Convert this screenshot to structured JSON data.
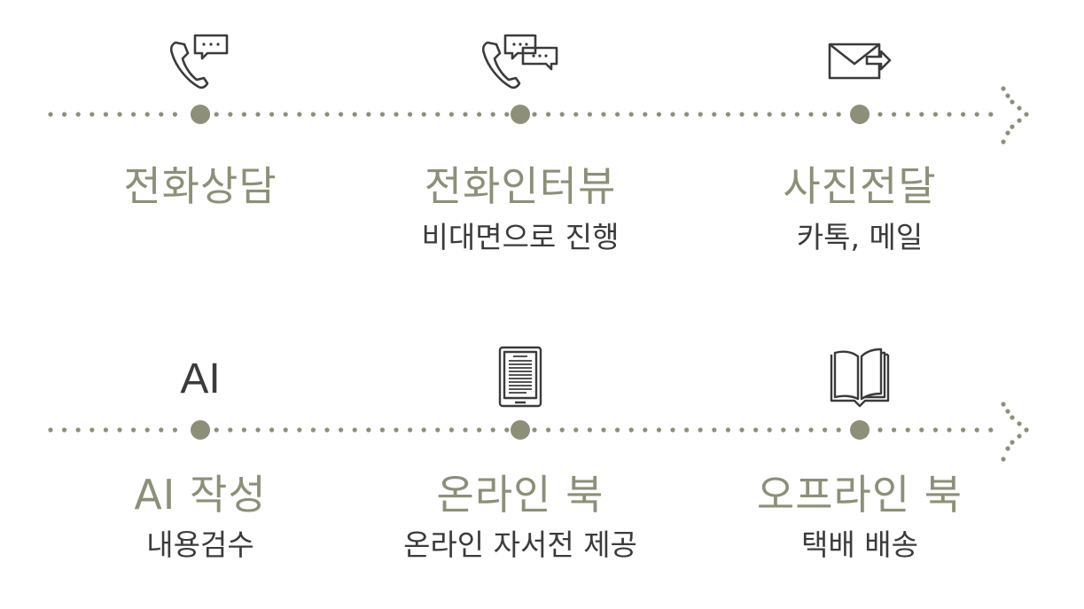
{
  "steps_top": [
    {
      "title": "전화상담",
      "subtitle": "",
      "icon": "phone-chat-icon"
    },
    {
      "title": "전화인터뷰",
      "subtitle": "비대면으로 진행",
      "icon": "phone-multi-chat-icon"
    },
    {
      "title": "사진전달",
      "subtitle": "카톡, 메일",
      "icon": "envelope-send-icon"
    }
  ],
  "steps_bottom": [
    {
      "title": "AI 작성",
      "subtitle": "내용검수",
      "icon_text": "AI"
    },
    {
      "title": "온라인 북",
      "subtitle": "온라인 자서전 제공",
      "icon": "ebook-reader-icon"
    },
    {
      "title": "오프라인 북",
      "subtitle": "택배 배송",
      "icon": "open-book-icon"
    }
  ],
  "colors": {
    "accent": "#8d8f78",
    "text": "#3b3b3b",
    "dots": "#8d8f78"
  }
}
